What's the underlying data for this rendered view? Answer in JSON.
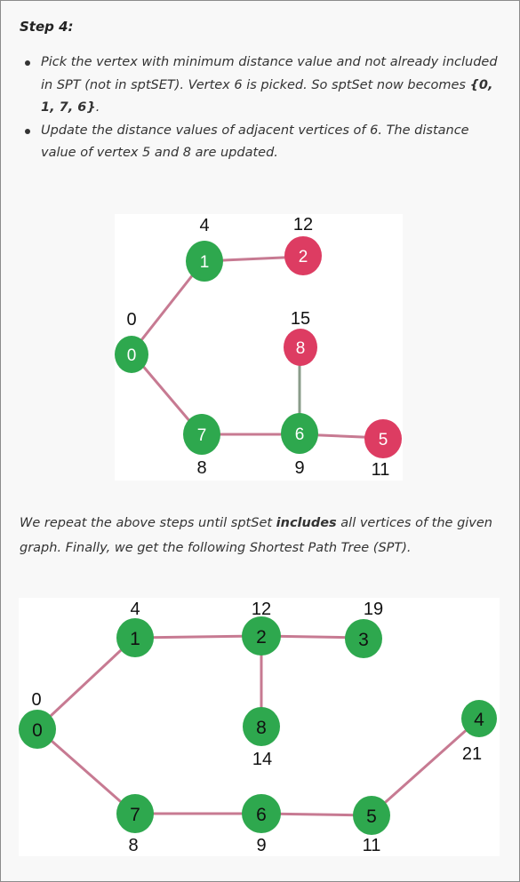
{
  "step": {
    "title": "Step 4:"
  },
  "bullets": [
    {
      "text_before": "Pick the vertex with minimum distance value and not already included in SPT (not in sptSET). Vertex 6 is picked. So sptSet now becomes ",
      "bold": "{0, 1, 7, 6}",
      "text_after": "."
    },
    {
      "text": "Update the distance values of adjacent vertices of 6. The distance value of vertex 5 and 8 are updated."
    }
  ],
  "paragraph": {
    "before": "We repeat the above steps until sptSet ",
    "bold": "includes",
    "after": " all vertices of the given graph. Finally, we get the following Shortest Path Tree (SPT)."
  },
  "colors": {
    "included": "#2ea84e",
    "pending": "#dd3c62",
    "edge": "#c77a92"
  },
  "graph1": {
    "nodes": [
      {
        "id": "0",
        "dist": "0",
        "status": "included"
      },
      {
        "id": "1",
        "dist": "4",
        "status": "included"
      },
      {
        "id": "2",
        "dist": "12",
        "status": "pending"
      },
      {
        "id": "7",
        "dist": "8",
        "status": "included"
      },
      {
        "id": "8",
        "dist": "15",
        "status": "pending"
      },
      {
        "id": "6",
        "dist": "9",
        "status": "included"
      },
      {
        "id": "5",
        "dist": "11",
        "status": "pending"
      }
    ]
  },
  "graph2": {
    "nodes": [
      {
        "id": "0",
        "dist": "0"
      },
      {
        "id": "1",
        "dist": "4"
      },
      {
        "id": "2",
        "dist": "12"
      },
      {
        "id": "3",
        "dist": "19"
      },
      {
        "id": "8",
        "dist": "14"
      },
      {
        "id": "4",
        "dist": "21"
      },
      {
        "id": "7",
        "dist": "8"
      },
      {
        "id": "6",
        "dist": "9"
      },
      {
        "id": "5",
        "dist": "11"
      }
    ]
  }
}
